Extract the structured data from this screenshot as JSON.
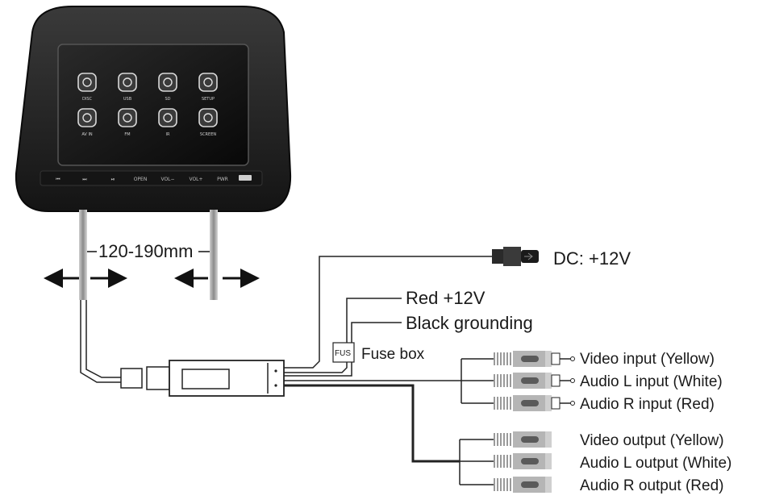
{
  "screen": {
    "icons": [
      {
        "name": "disc-icon",
        "label": "DISC"
      },
      {
        "name": "usb-icon",
        "label": "USB"
      },
      {
        "name": "sd-card-icon",
        "label": "SD"
      },
      {
        "name": "setup-icon",
        "label": "SETUP"
      },
      {
        "name": "av-in-icon",
        "label": "AV IN"
      },
      {
        "name": "fm-icon",
        "label": "FM"
      },
      {
        "name": "ir-icon",
        "label": "IR"
      },
      {
        "name": "screen-off-icon",
        "label": "SCREEN"
      }
    ],
    "buttons": [
      "⏮",
      "⏭",
      "⏯",
      "OPEN",
      "VOL−",
      "VOL+",
      "PWR"
    ]
  },
  "dimension_label": "120-190mm",
  "dc_label": "DC: +12V",
  "red_label": "Red +12V",
  "black_label": "Black grounding",
  "fuse_tag": "FUS",
  "fuse_label": "Fuse box",
  "inputs": [
    {
      "label": "Video input (Yellow)"
    },
    {
      "label": "Audio L input (White)"
    },
    {
      "label": "Audio R input (Red)"
    }
  ],
  "outputs": [
    {
      "label": "Video output (Yellow)"
    },
    {
      "label": "Audio L output (White)"
    },
    {
      "label": "Audio R output (Red)"
    }
  ],
  "colors": {
    "line": "#222222",
    "monitor": "#1c1c1c",
    "screen": "#0d0d0d",
    "plug": "#a8a8a8"
  }
}
